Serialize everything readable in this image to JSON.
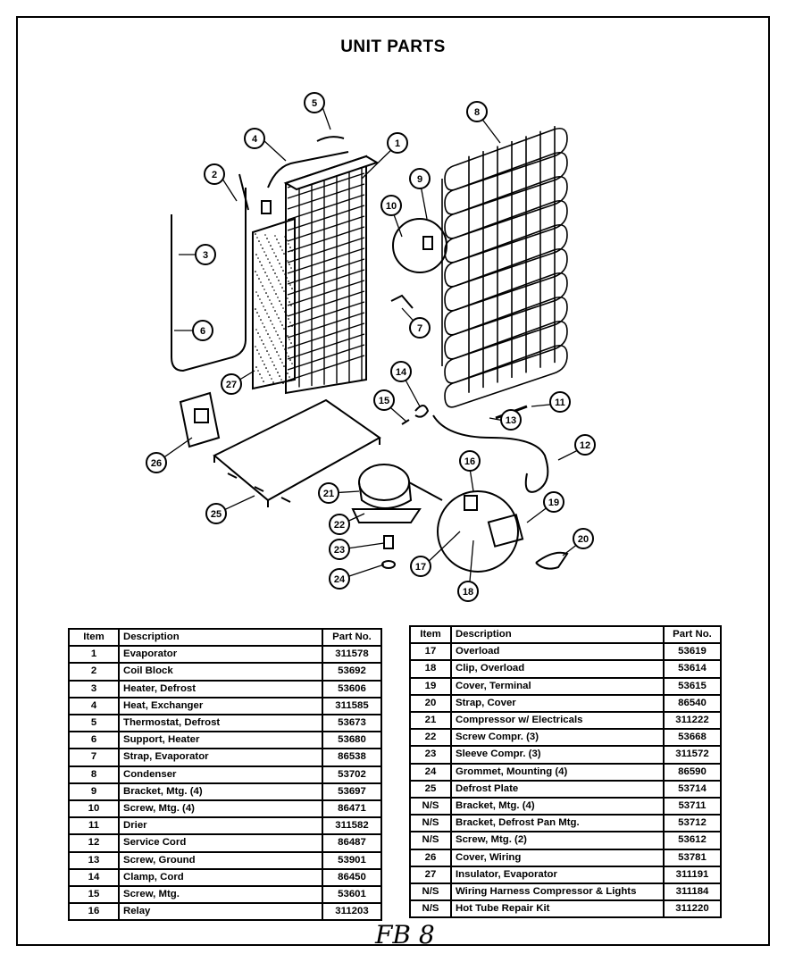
{
  "title": "UNIT PARTS",
  "table_headers": {
    "item": "Item",
    "description": "Description",
    "part_no": "Part No."
  },
  "right_headers": {
    "item": "Item",
    "description": "Description",
    "part_no": "Part No."
  },
  "parts_left": [
    {
      "item": "1",
      "description": "Evaporator",
      "part_no": "311578"
    },
    {
      "item": "2",
      "description": "Coil Block",
      "part_no": "53692"
    },
    {
      "item": "3",
      "description": "Heater, Defrost",
      "part_no": "53606"
    },
    {
      "item": "4",
      "description": "Heat, Exchanger",
      "part_no": "311585"
    },
    {
      "item": "5",
      "description": "Thermostat, Defrost",
      "part_no": "53673"
    },
    {
      "item": "6",
      "description": "Support, Heater",
      "part_no": "53680"
    },
    {
      "item": "7",
      "description": "Strap, Evaporator",
      "part_no": "86538"
    },
    {
      "item": "8",
      "description": "Condenser",
      "part_no": "53702"
    },
    {
      "item": "9",
      "description": "Bracket, Mtg. (4)",
      "part_no": "53697"
    },
    {
      "item": "10",
      "description": "Screw, Mtg. (4)",
      "part_no": "86471"
    },
    {
      "item": "11",
      "description": "Drier",
      "part_no": "311582"
    },
    {
      "item": "12",
      "description": "Service Cord",
      "part_no": "86487"
    },
    {
      "item": "13",
      "description": "Screw, Ground",
      "part_no": "53901"
    },
    {
      "item": "14",
      "description": "Clamp, Cord",
      "part_no": "86450"
    },
    {
      "item": "15",
      "description": "Screw, Mtg.",
      "part_no": "53601"
    },
    {
      "item": "16",
      "description": "Relay",
      "part_no": "311203"
    }
  ],
  "parts_right": [
    {
      "item": "17",
      "description": "Overload",
      "part_no": "53619"
    },
    {
      "item": "18",
      "description": "Clip, Overload",
      "part_no": "53614"
    },
    {
      "item": "19",
      "description": "Cover, Terminal",
      "part_no": "53615"
    },
    {
      "item": "20",
      "description": "Strap, Cover",
      "part_no": "86540"
    },
    {
      "item": "21",
      "description": "Compressor w/ Electricals",
      "part_no": "311222"
    },
    {
      "item": "22",
      "description": "Screw Compr. (3)",
      "part_no": "53668"
    },
    {
      "item": "23",
      "description": "Sleeve Compr. (3)",
      "part_no": "311572"
    },
    {
      "item": "24",
      "description": "Grommet, Mounting (4)",
      "part_no": "86590"
    },
    {
      "item": "25",
      "description": "Defrost Plate",
      "part_no": "53714"
    },
    {
      "item": "N/S",
      "description": "Bracket, Mtg. (4)",
      "part_no": "53711"
    },
    {
      "item": "N/S",
      "description": "Bracket, Defrost Pan Mtg.",
      "part_no": "53712"
    },
    {
      "item": "N/S",
      "description": "Screw, Mtg. (2)",
      "part_no": "53612"
    },
    {
      "item": "26",
      "description": "Cover, Wiring",
      "part_no": "53781"
    },
    {
      "item": "27",
      "description": "Insulator, Evaporator",
      "part_no": "311191"
    },
    {
      "item": "N/S",
      "description": "Wiring Harness Compressor & Lights",
      "part_no": "311184"
    },
    {
      "item": "N/S",
      "description": "Hot Tube Repair Kit",
      "part_no": "311220"
    }
  ],
  "callouts": [
    {
      "label": "1"
    },
    {
      "label": "2"
    },
    {
      "label": "3"
    },
    {
      "label": "4"
    },
    {
      "label": "5"
    },
    {
      "label": "6"
    },
    {
      "label": "7"
    },
    {
      "label": "8"
    },
    {
      "label": "9"
    },
    {
      "label": "10"
    },
    {
      "label": "11"
    },
    {
      "label": "12"
    },
    {
      "label": "13"
    },
    {
      "label": "14"
    },
    {
      "label": "15"
    },
    {
      "label": "16"
    },
    {
      "label": "17"
    },
    {
      "label": "18"
    },
    {
      "label": "19"
    },
    {
      "label": "20"
    },
    {
      "label": "21"
    },
    {
      "label": "22"
    },
    {
      "label": "23"
    },
    {
      "label": "24"
    },
    {
      "label": "25"
    },
    {
      "label": "26"
    },
    {
      "label": "27"
    }
  ],
  "handwriting": "FB 8"
}
